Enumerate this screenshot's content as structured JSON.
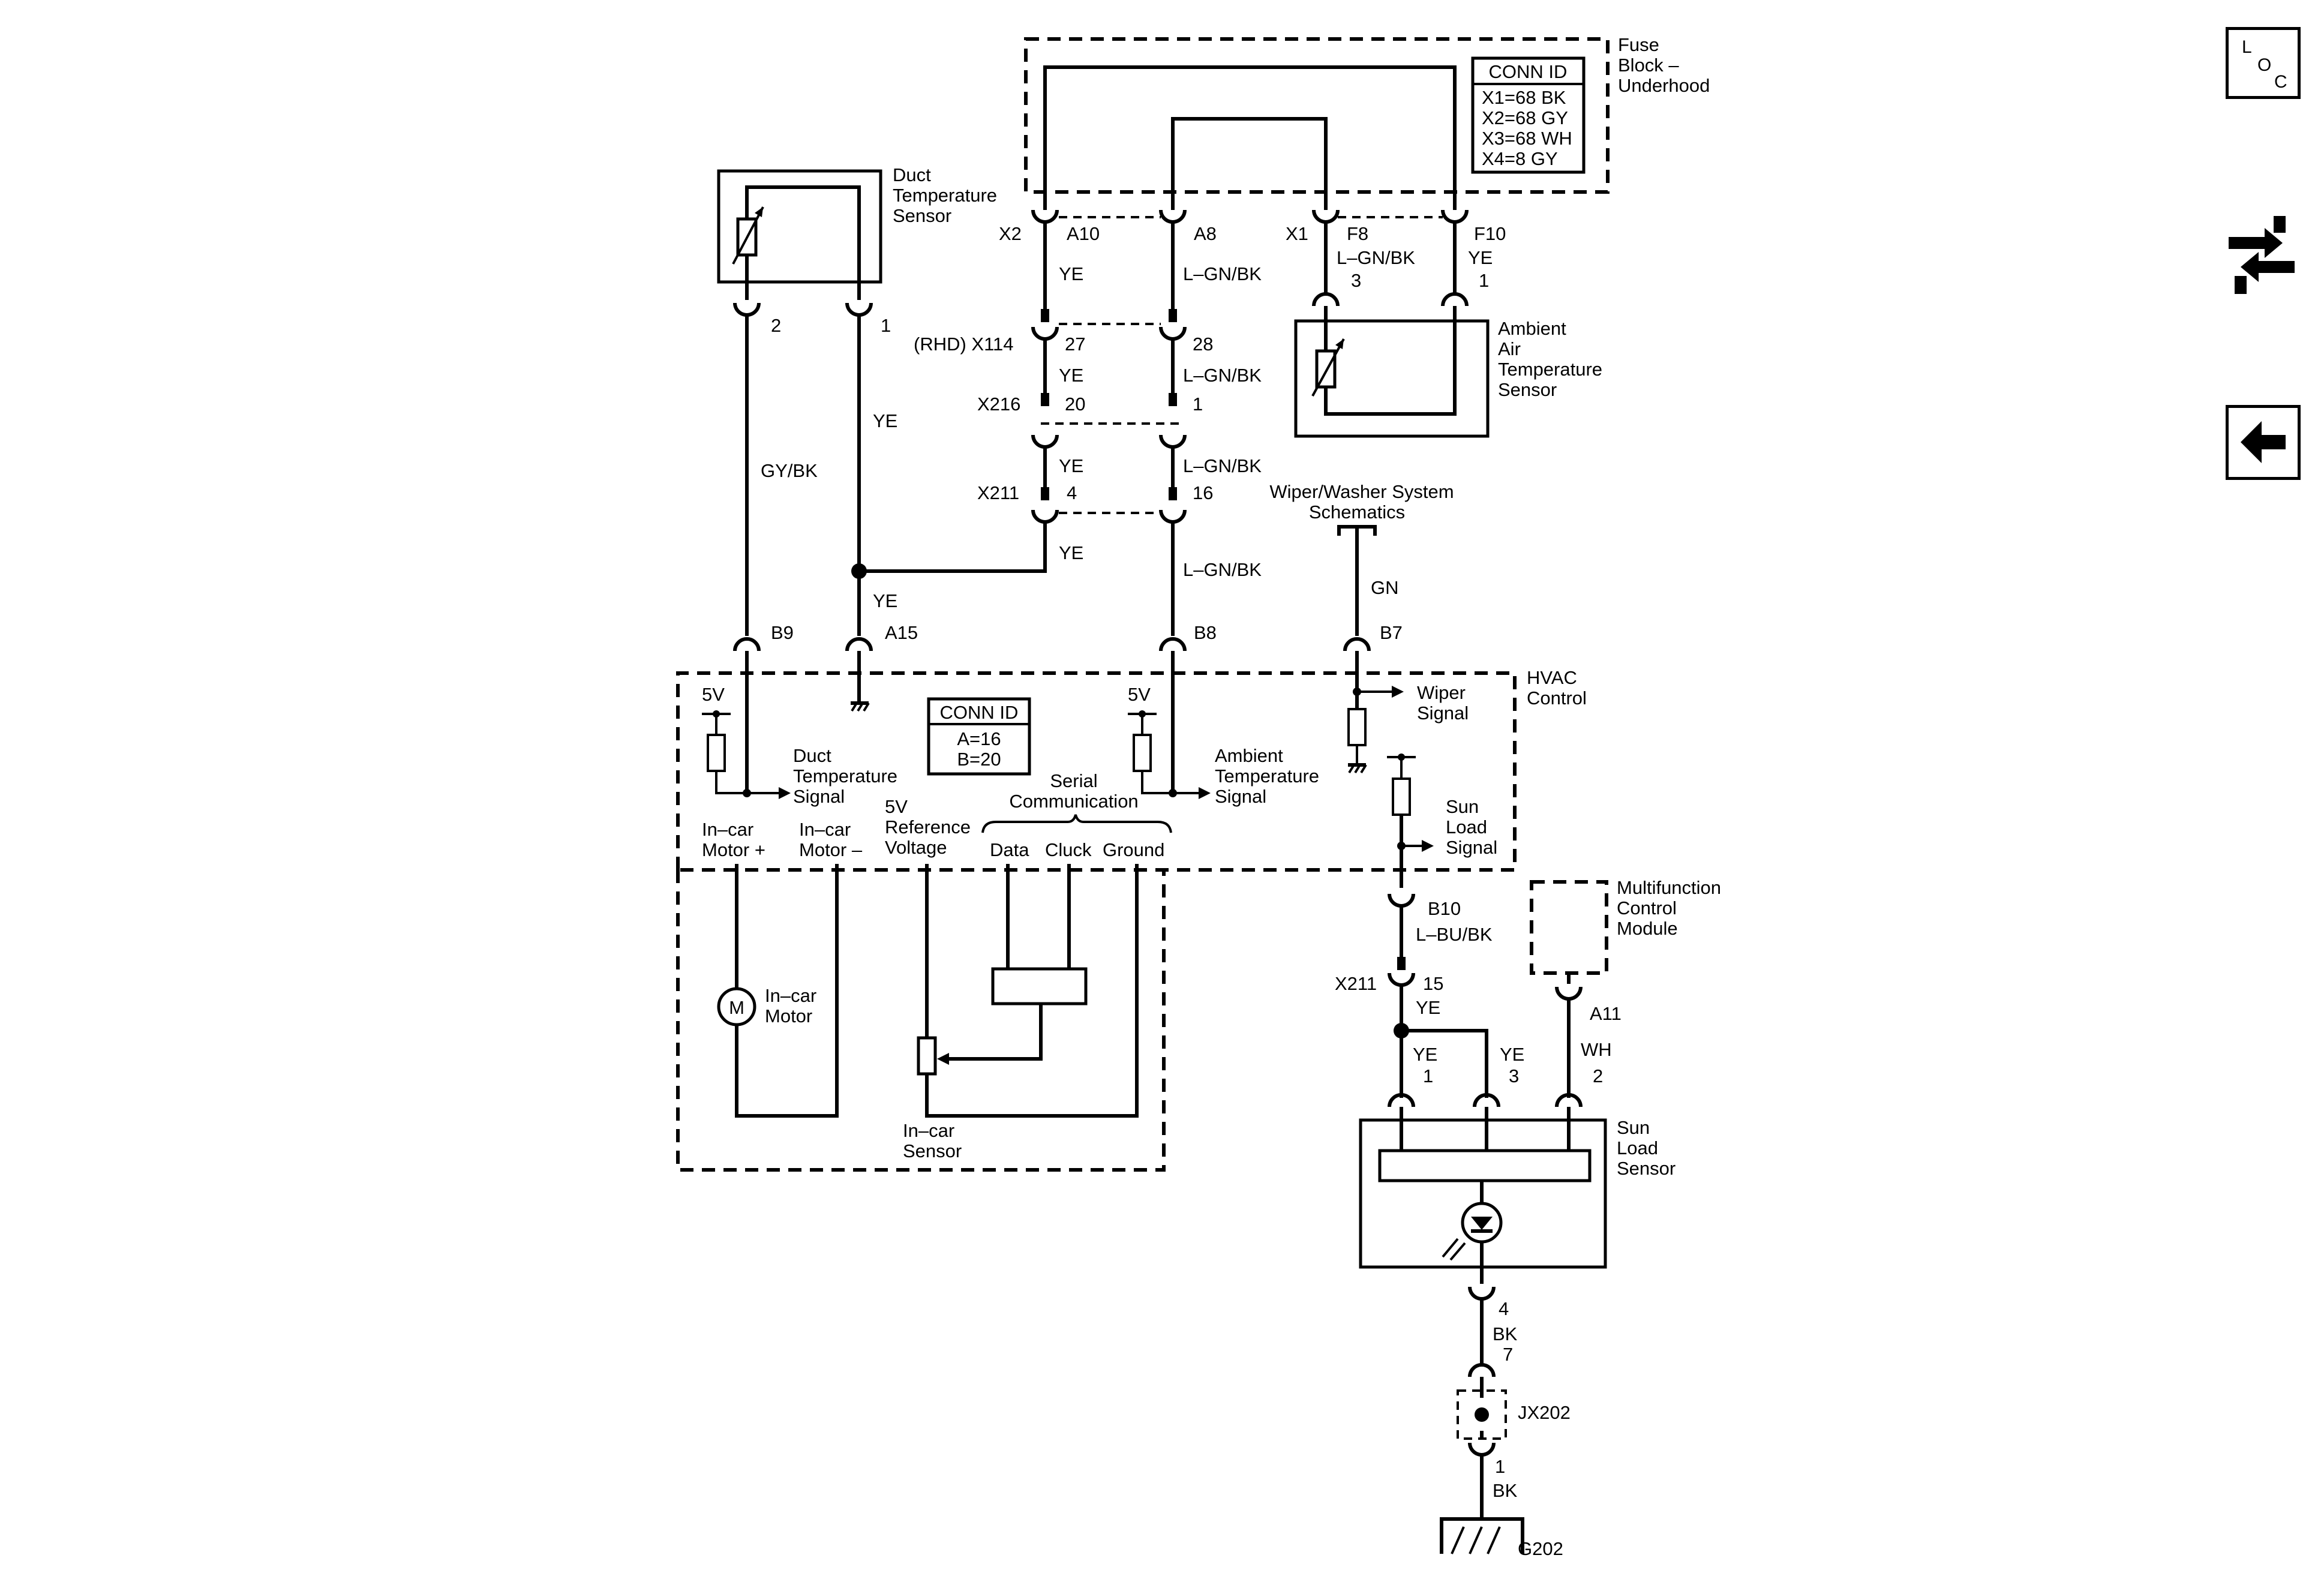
{
  "nav": {
    "loc_l": "L",
    "loc_o": "O",
    "loc_c": "C"
  },
  "fuse_block": {
    "title_1": "Fuse",
    "title_2": "Block –",
    "title_3": "Underhood",
    "conn_id_title": "CONN ID",
    "conn_ids": [
      "X1=68 BK",
      "X2=68 GY",
      "X3=68 WH",
      "X4=8 GY"
    ],
    "pin_x2": "X2",
    "pin_a10": "A10",
    "pin_a8": "A8",
    "pin_x1": "X1",
    "pin_f8": "F8",
    "pin_f10": "F10"
  },
  "duct_sensor": {
    "title_1": "Duct",
    "title_2": "Temperature",
    "title_3": "Sensor",
    "pin_2": "2",
    "pin_1": "1"
  },
  "ambient_sensor": {
    "title_1": "Ambient",
    "title_2": "Air",
    "title_3": "Temperature",
    "title_4": "Sensor",
    "pin_3": "3",
    "pin_1": "1"
  },
  "wires": {
    "ye": "YE",
    "lgnbk": "L–GN/BK",
    "gybk": "GY/BK",
    "gn": "GN",
    "lbubk": "L–BU/BK",
    "wh": "WH",
    "bk": "BK"
  },
  "connectors": {
    "x114": "(RHD) X114",
    "x114_27": "27",
    "x114_28": "28",
    "x216": "X216",
    "x216_20": "20",
    "x216_1": "1",
    "x211": "X211",
    "x211_4": "4",
    "x211_16": "16",
    "x211_15": "15",
    "b9": "B9",
    "a15": "A15",
    "b8": "B8",
    "b7": "B7",
    "b10": "B10",
    "a11": "A11",
    "n1": "1",
    "n2": "2",
    "n3": "3",
    "n4": "4",
    "n7": "7",
    "jx202": "JX202",
    "g202": "G202"
  },
  "wiper": {
    "line_1": "Wiper/Washer System",
    "line_2": "Schematics"
  },
  "hvac": {
    "title_1": "HVAC",
    "title_2": "Control",
    "conn_id_title": "CONN ID",
    "conn_a": "A=16",
    "conn_b": "B=20",
    "v5": "5V",
    "duct_sig_1": "Duct",
    "duct_sig_2": "Temperature",
    "duct_sig_3": "Signal",
    "amb_sig_1": "Ambient",
    "amb_sig_2": "Temperature",
    "amb_sig_3": "Signal",
    "wiper_sig_1": "Wiper",
    "wiper_sig_2": "Signal",
    "sun_sig_1": "Sun",
    "sun_sig_2": "Load",
    "sun_sig_3": "Signal",
    "serial_1": "Serial",
    "serial_2": "Communication",
    "ref_1": "5V",
    "ref_2": "Reference",
    "ref_3": "Voltage",
    "data": "Data",
    "cluck": "Cluck",
    "ground": "Ground",
    "motor_plus_1": "In–car",
    "motor_plus_2": "Motor +",
    "motor_minus_1": "In–car",
    "motor_minus_2": "Motor –"
  },
  "incar": {
    "motor_symbol": "M",
    "motor_1": "In–car",
    "motor_2": "Motor",
    "sensor_1": "In–car",
    "sensor_2": "Sensor"
  },
  "mcm": {
    "title_1": "Multifunction",
    "title_2": "Control",
    "title_3": "Module"
  },
  "sun_sensor": {
    "title_1": "Sun",
    "title_2": "Load",
    "title_3": "Sensor"
  }
}
